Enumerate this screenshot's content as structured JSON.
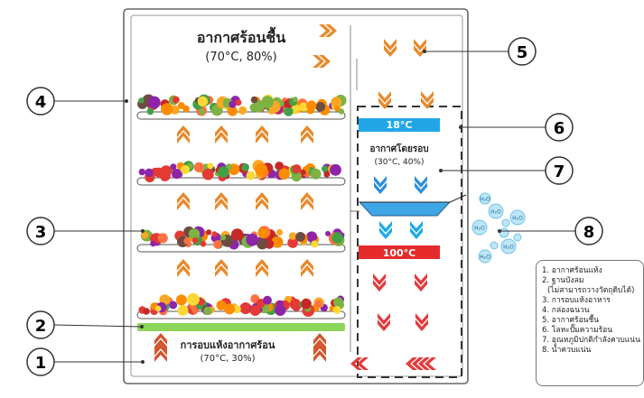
{
  "top_title": "อากาศร้อนชื้น",
  "top_subtitle": "(70°C, 80%)",
  "bottom_title": "การอบแห้งอากาศร้อน",
  "bottom_subtitle": "(70°C, 30%)",
  "mid_title": "อากาศโดยรอบ",
  "mid_subtitle": "(30°C, 40%)",
  "temp_cold": "18°C",
  "temp_hot": "100°C",
  "drop_label": "H₂O",
  "callouts": [
    "1",
    "2",
    "3",
    "4",
    "5",
    "6",
    "7",
    "8"
  ],
  "legend": [
    "1. อากาศร้อนแห้ง",
    "2. ฐานบังลม",
    "(ไม่สามารถวางวัตถุดิบได้)",
    "3. การอบแห้งอาหาร",
    "4. กล่องฉนวน",
    "5. อากาศร้อนชื้น",
    "6. โลหะปั๊มความร้อน",
    "7. อุณหภูมิปกติกำลังควบแน่น",
    "8. น้ำควบแน่น"
  ],
  "colors": {
    "orange": "#E8892B",
    "red": "#E23B3B",
    "blue": "#2E8FD8",
    "cyan": "#1FA9E6",
    "green": "#8BD55A",
    "cold_box": "#21A7E8",
    "hot_box": "#E52B2B"
  }
}
